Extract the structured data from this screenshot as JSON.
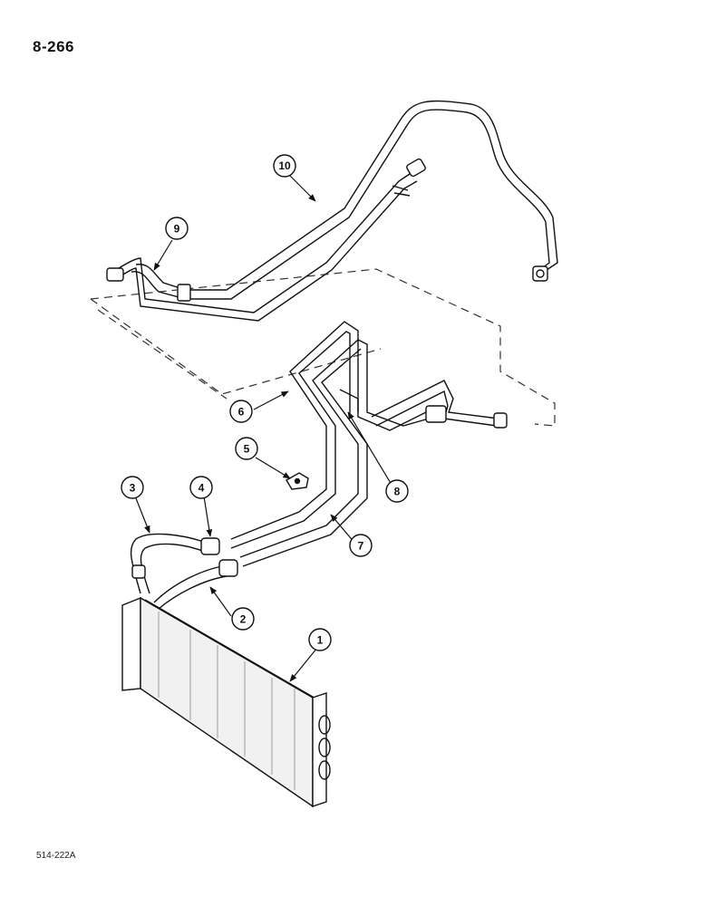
{
  "page_number": "8-266",
  "figure_code": "514-222A",
  "callouts": [
    {
      "id": "c1",
      "label": "1"
    },
    {
      "id": "c2",
      "label": "2"
    },
    {
      "id": "c3",
      "label": "3"
    },
    {
      "id": "c4",
      "label": "4"
    },
    {
      "id": "c5",
      "label": "5"
    },
    {
      "id": "c6",
      "label": "6"
    },
    {
      "id": "c7",
      "label": "7"
    },
    {
      "id": "c8",
      "label": "8"
    },
    {
      "id": "c9",
      "label": "9"
    },
    {
      "id": "c10",
      "label": "10"
    }
  ]
}
